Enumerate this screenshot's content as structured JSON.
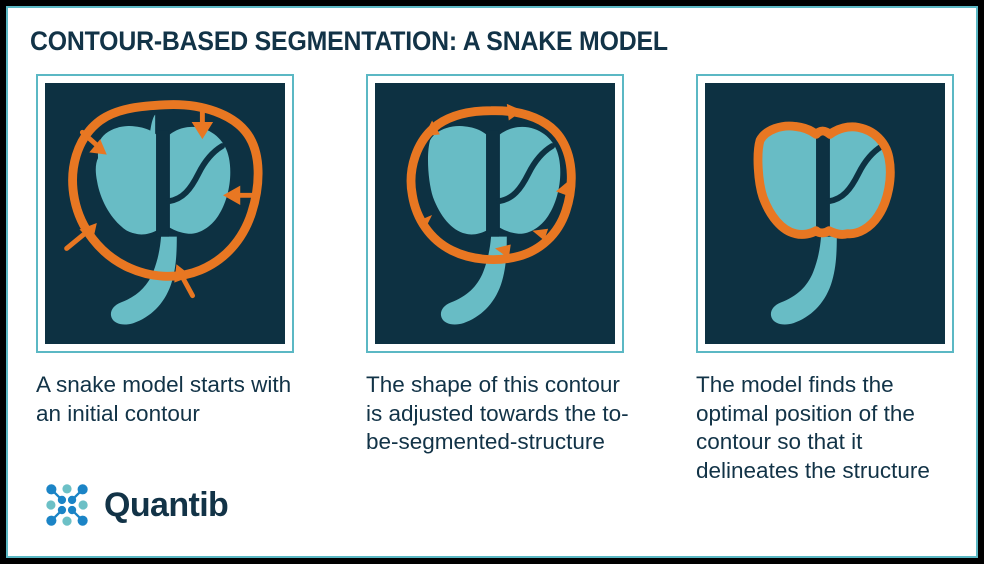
{
  "page": {
    "title": "CONTOUR-BASED SEGMENTATION: A SNAKE MODEL",
    "outer_border_color": "#000000",
    "card_border_color": "#5bb8c4",
    "background_color": "#ffffff"
  },
  "colors": {
    "navy": "#0d3142",
    "text_navy": "#123347",
    "teal": "#68bcc5",
    "teal_border": "#5bb8c4",
    "orange": "#e87722",
    "logo_blue": "#1b84c6",
    "logo_teal": "#6cc0c6"
  },
  "panels": [
    {
      "id": "panel-initial-contour",
      "image_name": "prostate-with-loose-initial-contour",
      "stage": "initial",
      "contour_fit": "loose",
      "arrow_count": 5,
      "arrow_direction": "inward",
      "caption": "A snake model starts with an initial contour"
    },
    {
      "id": "panel-adjusting-contour",
      "image_name": "prostate-with-tightening-contour",
      "stage": "adjusting",
      "contour_fit": "tightening",
      "arrow_count": 6,
      "arrow_direction": "along-contour",
      "caption": "The shape of this contour is adjusted towards the to-be-segmented-structure"
    },
    {
      "id": "panel-final-contour",
      "image_name": "prostate-with-fitted-contour",
      "stage": "final",
      "contour_fit": "exact",
      "arrow_count": 0,
      "arrow_direction": "none",
      "caption": "The model finds the optimal position of the contour so that it delineates the structure"
    }
  ],
  "logo": {
    "wordmark": "Quantib",
    "mark_name": "quantib-node-network-mark"
  }
}
